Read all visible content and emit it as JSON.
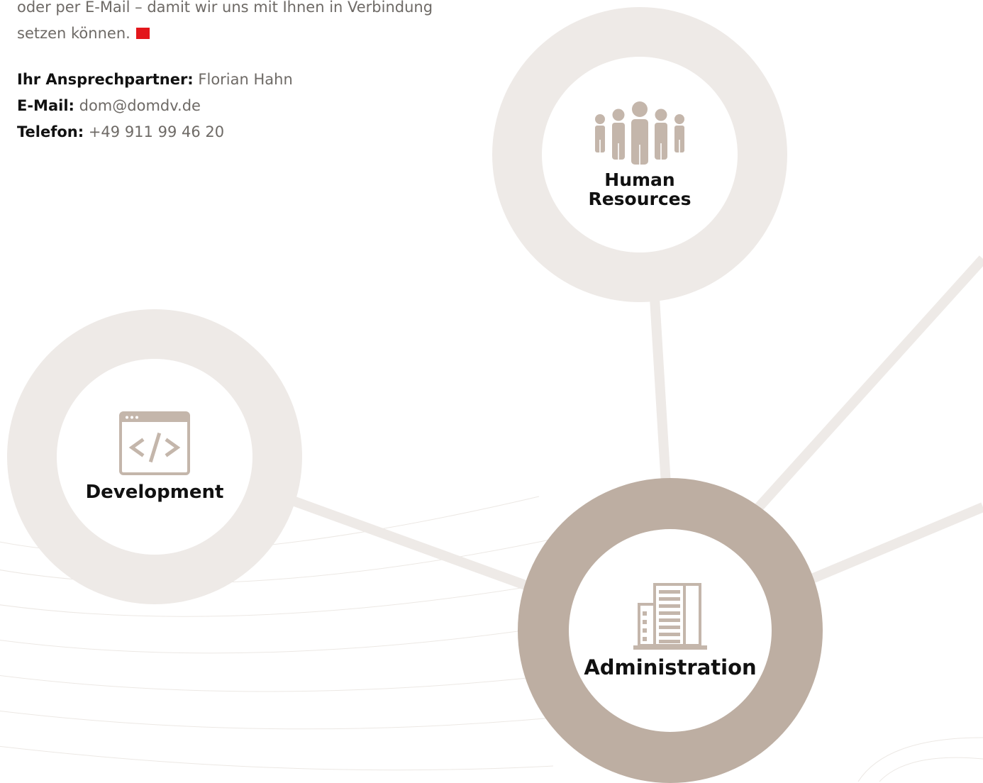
{
  "contact": {
    "intro_line1": "oder per E-Mail – damit wir uns mit Ihnen in Verbindung",
    "intro_line2": "setzen können.",
    "person_label": "Ihr Ansprechpartner:",
    "person_value": "Florian Hahn",
    "email_label": "E-Mail:",
    "email_value": "dom@domdv.de",
    "phone_label": "Telefon:",
    "phone_value": "+49 911 99 46 20"
  },
  "nodes": {
    "hr": {
      "label": "Human Resources",
      "icon": "people-group-icon"
    },
    "dev": {
      "label": "Development",
      "icon": "code-window-icon"
    },
    "admin": {
      "label": "Administration",
      "icon": "office-building-icon"
    }
  },
  "colors": {
    "accent_red": "#e3161b",
    "node_light": "#eeeae7",
    "node_dark": "#bdaea2",
    "icon": "#c4b6ab"
  }
}
